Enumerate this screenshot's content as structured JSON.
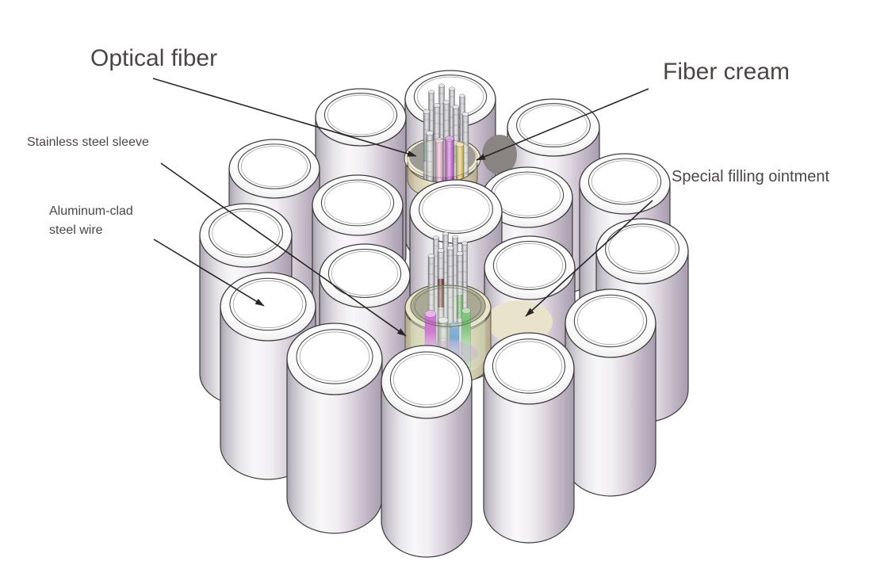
{
  "figure": {
    "subject": "3D cutaway illustration of an OPGW optical fiber composite cable",
    "background": "#ffffff",
    "line_color": "#262626",
    "text_color": "#4d4545"
  },
  "annotations": {
    "optical_fiber": "Optical fiber",
    "fiber_cream": "Fiber cream",
    "stainless_steel_sleeve": "Stainless steel sleeve",
    "aluminum_clad_steel_wire": "Aluminum-clad steel wire",
    "special_filling_ointment": "Special filling ointment"
  },
  "palette": {
    "wire_highlight": "#f8f7f9",
    "wire_shade": "#a79daf",
    "wire_outline": "#3d3d3d",
    "sleeve_cream": "#f1ebd6",
    "ointment_beige": "#eae3cb",
    "glass_green": "#dcedc8",
    "shadow_grey": "#8a8582",
    "fiber_colors": {
      "silver": "#c8c8cf",
      "pink": "#e89fd0",
      "magenta": "#c13fd6",
      "gold": "#d8b84a",
      "teal": "#4a9a9a",
      "green": "#4fae4f",
      "blue": "#4384d9",
      "maroon": "#7a3434",
      "magenta2": "#c92fd6"
    }
  }
}
